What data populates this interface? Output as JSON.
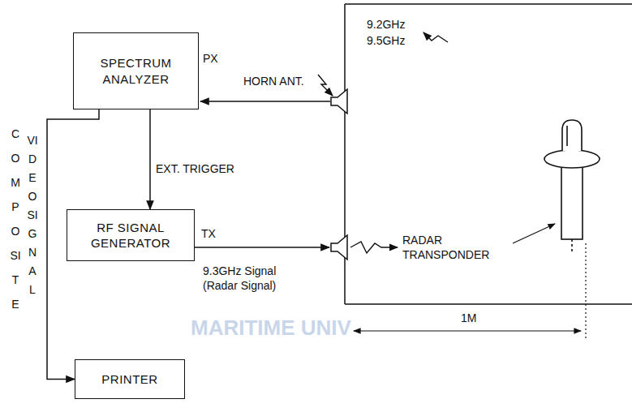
{
  "diagram": {
    "nodes": [
      {
        "text": [
          "SPECTRUM ANALYZER"
        ]
      },
      {
        "text": [
          "RF SIGNAL GENERATOR"
        ]
      },
      {
        "text": [
          "PRINTER"
        ]
      }
    ],
    "edges": [
      {
        "from": 0,
        "to": 1,
        "arrow": "to",
        "label": "EXT. TRIGGER"
      },
      {
        "from": 0,
        "to": 2,
        "arrow": "to"
      }
    ],
    "labels": [
      "PX",
      "HORN ANT.",
      "9.2GHz",
      "9.5GHz",
      "TX",
      "9.3GHz Signal",
      "(Radar Signal)",
      "RADAR TRANSPONDER",
      "1M",
      "COMPOSITE",
      "VIDEO SIGNAL",
      "MARITIME UNIV"
    ]
  }
}
